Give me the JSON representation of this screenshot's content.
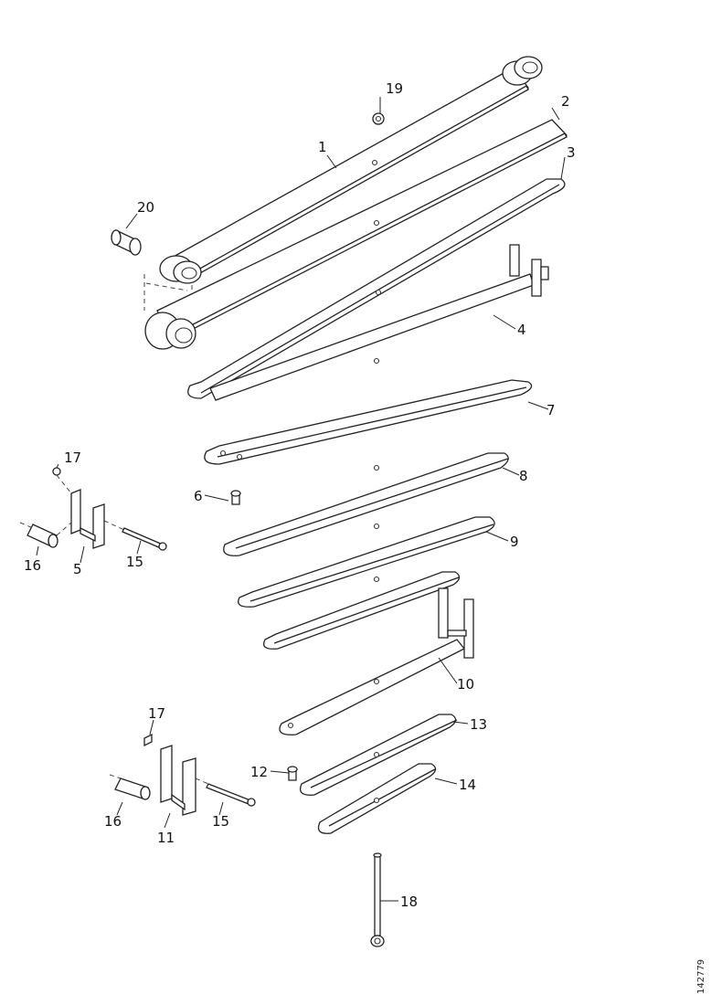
{
  "diagram": {
    "callouts": {
      "c1": "1",
      "c2": "2",
      "c3": "3",
      "c4": "4",
      "c5": "5",
      "c6": "6",
      "c7": "7",
      "c8": "8",
      "c9": "9",
      "c10": "10",
      "c11": "11",
      "c12": "12",
      "c13": "13",
      "c14": "14",
      "c15a": "15",
      "c15b": "15",
      "c16a": "16",
      "c16b": "16",
      "c17a": "17",
      "c17b": "17",
      "c18": "18",
      "c19": "19",
      "c20": "20"
    },
    "drawing_ref": "142779"
  }
}
